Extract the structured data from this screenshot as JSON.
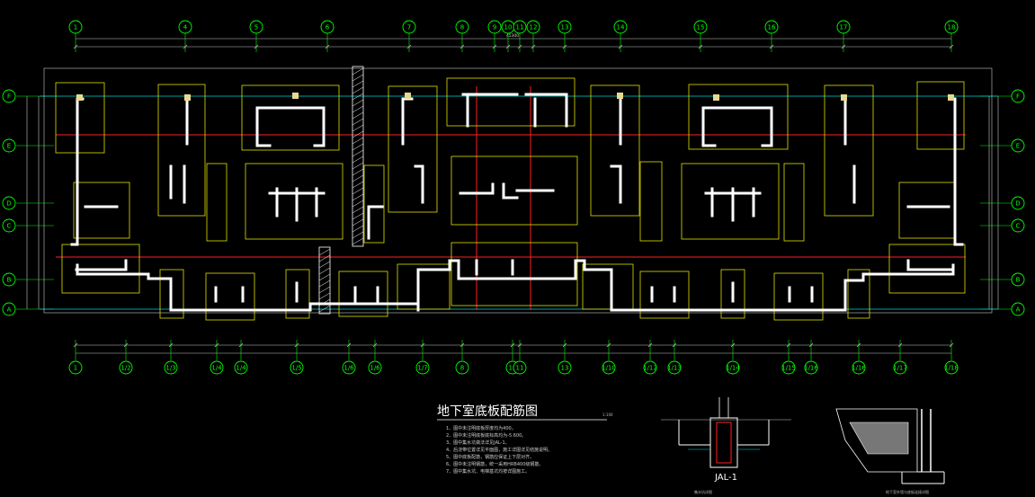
{
  "drawing": {
    "title": "地下室底板配筋图",
    "scale": "1:100",
    "top_axes": [
      "1",
      "4",
      "5",
      "6",
      "7",
      "8",
      "9",
      "10",
      "11",
      "12",
      "13",
      "14",
      "15",
      "16",
      "17",
      "18"
    ],
    "bottom_axes": [
      "1",
      "1/2",
      "1/3",
      "1/4",
      "1/4",
      "1/5",
      "1/6",
      "1/6",
      "1/7",
      "8",
      "10",
      "11",
      "13",
      "1/10",
      "1/12",
      "1/13",
      "1/14",
      "1/15",
      "1/16",
      "1/16",
      "1/17",
      "1/18",
      "18"
    ],
    "left_rows": [
      "F",
      "E",
      "D",
      "C",
      "B",
      "A"
    ],
    "right_rows": [
      "F",
      "E",
      "D",
      "C",
      "B",
      "A"
    ],
    "top_total_dim": "45300",
    "notes": [
      "1、图中未注明底板厚度均为400。",
      "2、图中未注明底板底标高均为-5.600。",
      "3、图中集水坑做法详见JAL-1。",
      "4、后浇带位置详见平面图，施工详图详见结施说明。",
      "5、图中底板配筋，钢筋应保证上下层对齐。",
      "6、图中未注明钢筋，统一采用HRB400级钢筋。",
      "7、图中集水坑、电梯基坑均按详图施工。"
    ],
    "detail_label": "JAL-1",
    "detail1_caption": "集水坑详图",
    "detail2_caption": "地下室外墙与底板连接详图"
  },
  "colors": {
    "background": "#000000",
    "grid": "#00ff00",
    "wall": "#ffffff",
    "yellow_box": "#e0e000",
    "red_line": "#ff2020",
    "cyan_line": "#00d8d8",
    "dim": "#c8c8c8"
  }
}
